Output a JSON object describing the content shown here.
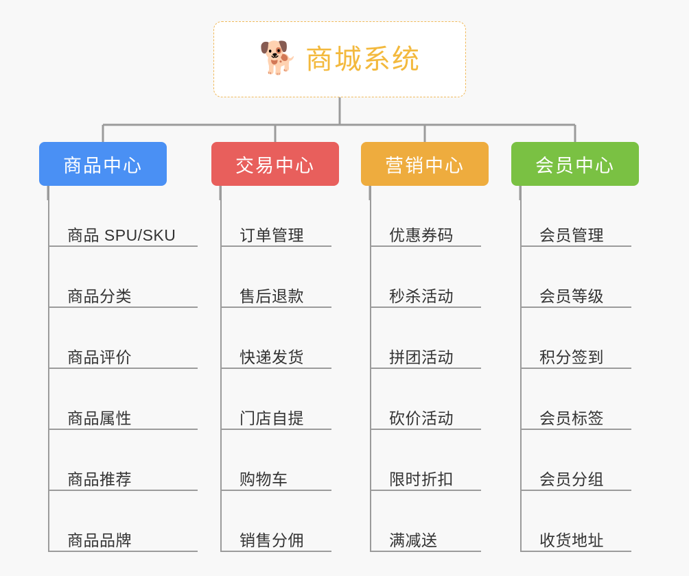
{
  "background_color": "#f8f8f8",
  "connector_color": "#9b9b9b",
  "root": {
    "icon": "shiba-dog-face-icon",
    "emoji": "🐕",
    "title": "商城系统",
    "title_color": "#f3b93d",
    "border_color": "#f0b95a",
    "border_style": "dashed"
  },
  "branches": [
    {
      "label": "商品中心",
      "color": "#4a90f4",
      "items": [
        {
          "label": "商品 SPU/SKU"
        },
        {
          "label": "商品分类"
        },
        {
          "label": "商品评价"
        },
        {
          "label": "商品属性"
        },
        {
          "label": "商品推荐"
        },
        {
          "label": "商品品牌"
        }
      ]
    },
    {
      "label": "交易中心",
      "color": "#e85f5c",
      "items": [
        {
          "label": "订单管理"
        },
        {
          "label": "售后退款"
        },
        {
          "label": "快递发货"
        },
        {
          "label": "门店自提"
        },
        {
          "label": "购物车"
        },
        {
          "label": "销售分佣"
        }
      ]
    },
    {
      "label": "营销中心",
      "color": "#eeac3e",
      "items": [
        {
          "label": "优惠券码"
        },
        {
          "label": "秒杀活动"
        },
        {
          "label": "拼团活动"
        },
        {
          "label": "砍价活动"
        },
        {
          "label": "限时折扣"
        },
        {
          "label": "满减送"
        }
      ]
    },
    {
      "label": "会员中心",
      "color": "#7ac143",
      "items": [
        {
          "label": "会员管理"
        },
        {
          "label": "会员等级"
        },
        {
          "label": "积分签到"
        },
        {
          "label": "会员标签"
        },
        {
          "label": "会员分组"
        },
        {
          "label": "收货地址"
        }
      ]
    }
  ]
}
